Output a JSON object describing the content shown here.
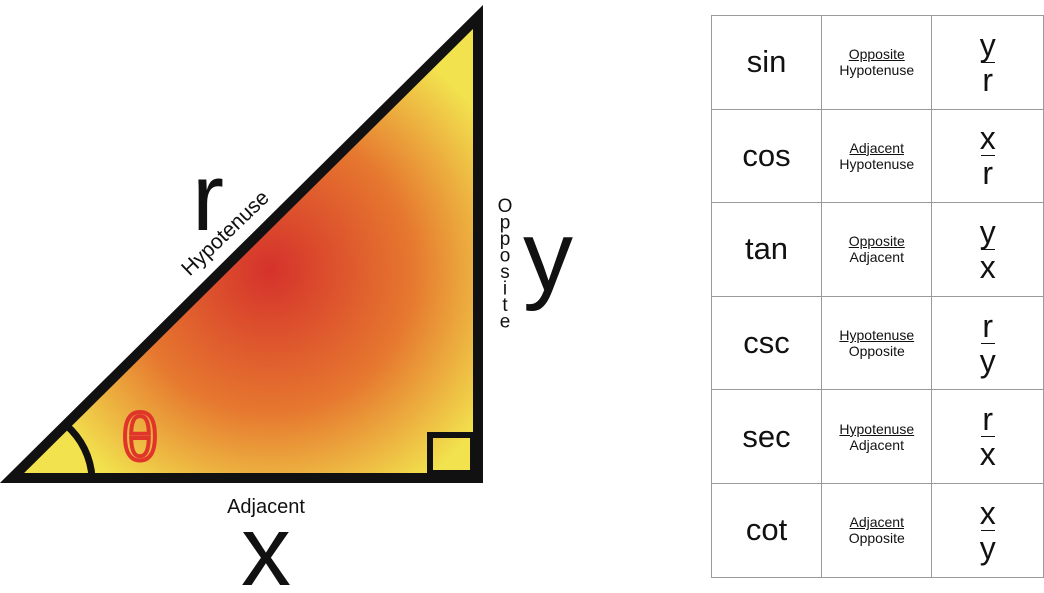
{
  "triangle": {
    "hypotenuse_symbol": "r",
    "hypotenuse_label": "Hypotenuse",
    "opposite_symbol": "y",
    "opposite_letters": [
      "O",
      "p",
      "p",
      "o",
      "s",
      "i",
      "t",
      "e"
    ],
    "adjacent_symbol": "x",
    "adjacent_label": "Adjacent",
    "angle_symbol": "θ",
    "colors": {
      "fill_center": "#d5322b",
      "fill_edge": "#f2e24e",
      "stroke": "#111111",
      "angle_symbol": "#e0352b"
    }
  },
  "table": {
    "rows": [
      {
        "function": "sin",
        "numerator_word": "Opposite",
        "denominator_word": "Hypotenuse",
        "numerator_var": "y",
        "denominator_var": "r"
      },
      {
        "function": "cos",
        "numerator_word": "Adjacent",
        "denominator_word": "Hypotenuse",
        "numerator_var": "x",
        "denominator_var": "r"
      },
      {
        "function": "tan",
        "numerator_word": "Opposite",
        "denominator_word": "Adjacent",
        "numerator_var": "y",
        "denominator_var": "x"
      },
      {
        "function": "csc",
        "numerator_word": "Hypotenuse",
        "denominator_word": "Opposite",
        "numerator_var": "r",
        "denominator_var": "y"
      },
      {
        "function": "sec",
        "numerator_word": "Hypotenuse",
        "denominator_word": "Adjacent",
        "numerator_var": "r",
        "denominator_var": "x"
      },
      {
        "function": "cot",
        "numerator_word": "Adjacent",
        "denominator_word": "Opposite",
        "numerator_var": "x",
        "denominator_var": "y"
      }
    ]
  }
}
